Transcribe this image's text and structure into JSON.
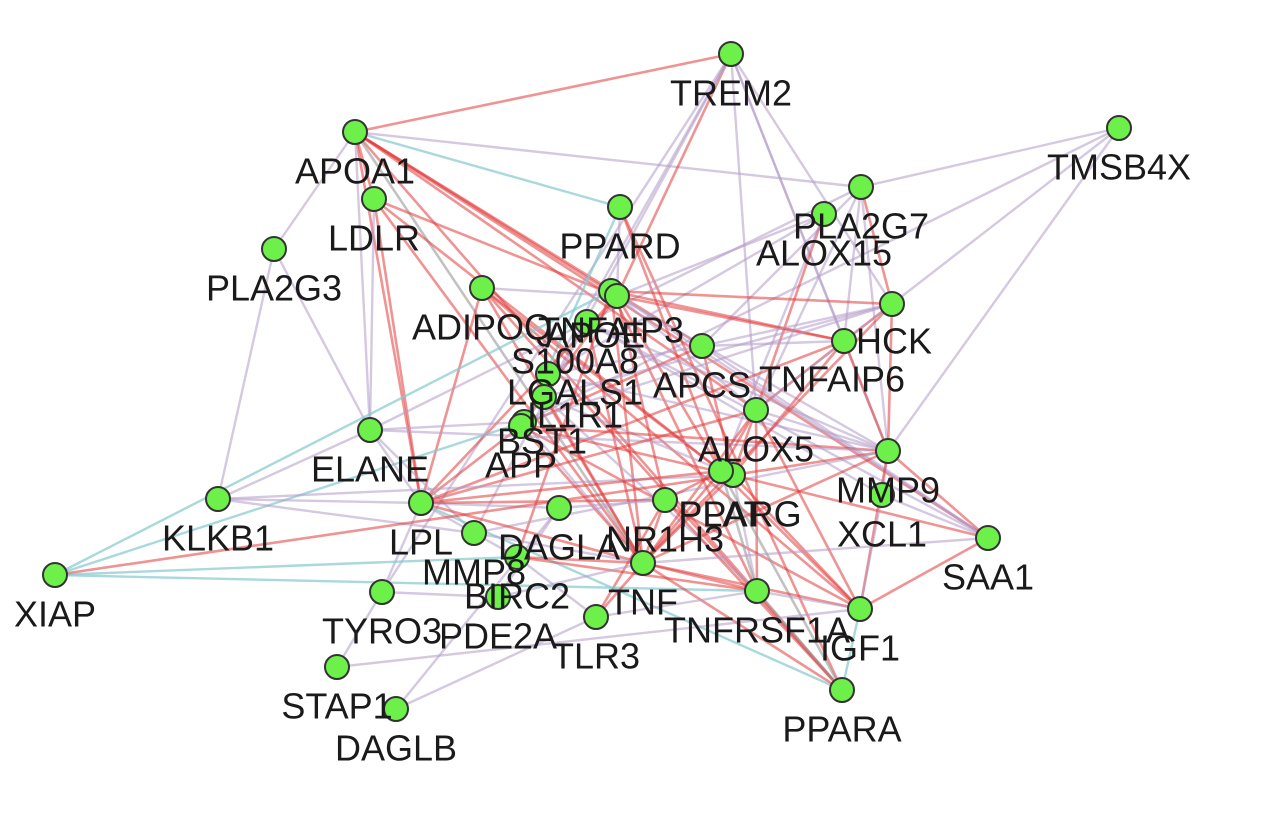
{
  "colors": {
    "node_fill": "#6ef04a",
    "edge_coexpression": "#b39ac8",
    "edge_physical": "#e23b3b",
    "edge_pathway": "#84c9cf",
    "edge_similarity": "#9a9a9a"
  },
  "nodes": [
    {
      "id": "TREM2",
      "label": "TREM2"
    },
    {
      "id": "TMSB4X",
      "label": "TMSB4X"
    },
    {
      "id": "APOA1",
      "label": "APOA1"
    },
    {
      "id": "LDLR",
      "label": "LDLR"
    },
    {
      "id": "PLA2G3",
      "label": "PLA2G3"
    },
    {
      "id": "PPARD",
      "label": "PPARD"
    },
    {
      "id": "PLA2G7",
      "label": "PLA2G7"
    },
    {
      "id": "ALOX15",
      "label": "ALOX15"
    },
    {
      "id": "ADIPOQ",
      "label": "ADIPOQ"
    },
    {
      "id": "TNFAIP3",
      "label": "TNFAIP3"
    },
    {
      "id": "APOE",
      "label": "APOE"
    },
    {
      "id": "S100A8",
      "label": "S100A8"
    },
    {
      "id": "HCK",
      "label": "HCK"
    },
    {
      "id": "LGALS1",
      "label": "LGALS1"
    },
    {
      "id": "APCS",
      "label": "APCS"
    },
    {
      "id": "TNFAIP6",
      "label": "TNFAIP6"
    },
    {
      "id": "IL1R1",
      "label": "IL1R1"
    },
    {
      "id": "BST1",
      "label": "BST1"
    },
    {
      "id": "APP",
      "label": "APP"
    },
    {
      "id": "ELANE",
      "label": "ELANE"
    },
    {
      "id": "ALOX5",
      "label": "ALOX5"
    },
    {
      "id": "MMP9",
      "label": "MMP9"
    },
    {
      "id": "KLKB1",
      "label": "KLKB1"
    },
    {
      "id": "LPL",
      "label": "LPL"
    },
    {
      "id": "PLAT",
      "label": "PLAT"
    },
    {
      "id": "PPARG",
      "label": "PPARG"
    },
    {
      "id": "XCL1",
      "label": "XCL1"
    },
    {
      "id": "DAGLA",
      "label": "DAGLA"
    },
    {
      "id": "NR1H3",
      "label": "NR1H3"
    },
    {
      "id": "SAA1",
      "label": "SAA1"
    },
    {
      "id": "MMP8",
      "label": "MMP8"
    },
    {
      "id": "XIAP",
      "label": "XIAP"
    },
    {
      "id": "BIRC2",
      "label": "BIRC2"
    },
    {
      "id": "TNF",
      "label": "TNF"
    },
    {
      "id": "TYRO3",
      "label": "TYRO3"
    },
    {
      "id": "PDE2A",
      "label": "PDE2A"
    },
    {
      "id": "TNFRSF1A",
      "label": "TNFRSF1A"
    },
    {
      "id": "IGF1",
      "label": "IGF1"
    },
    {
      "id": "TLR3",
      "label": "TLR3"
    },
    {
      "id": "STAP1",
      "label": "STAP1"
    },
    {
      "id": "DAGLB",
      "label": "DAGLB"
    },
    {
      "id": "PPARA",
      "label": "PPARA"
    }
  ],
  "edges": [
    [
      "APOA1",
      "TREM2",
      "physical"
    ],
    [
      "APOA1",
      "LDLR",
      "physical"
    ],
    [
      "APOA1",
      "APOE",
      "physical"
    ],
    [
      "APOA1",
      "LPL",
      "physical"
    ],
    [
      "APOA1",
      "PPARD",
      "pathway"
    ],
    [
      "APOA1",
      "ALOX5",
      "physical"
    ],
    [
      "APOA1",
      "PLA2G7",
      "coexpression"
    ],
    [
      "APOA1",
      "ELANE",
      "coexpression"
    ],
    [
      "APOA1",
      "PLA2G3",
      "coexpression"
    ],
    [
      "APOA1",
      "PPARA",
      "physical"
    ],
    [
      "APOA1",
      "SAA1",
      "physical"
    ],
    [
      "APOA1",
      "APCS",
      "physical"
    ],
    [
      "APOA1",
      "TNF",
      "similarity"
    ],
    [
      "LDLR",
      "APOE",
      "physical"
    ],
    [
      "LDLR",
      "LPL",
      "physical"
    ],
    [
      "LDLR",
      "TNF",
      "physical"
    ],
    [
      "LDLR",
      "PPARG",
      "physical"
    ],
    [
      "LDLR",
      "ELANE",
      "coexpression"
    ],
    [
      "TREM2",
      "APOE",
      "physical"
    ],
    [
      "TREM2",
      "HCK",
      "coexpression"
    ],
    [
      "TREM2",
      "TNFAIP6",
      "coexpression"
    ],
    [
      "TREM2",
      "ALOX5",
      "coexpression"
    ],
    [
      "TREM2",
      "TYRO3",
      "coexpression"
    ],
    [
      "TREM2",
      "APP",
      "coexpression"
    ],
    [
      "TREM2",
      "MMP9",
      "coexpression"
    ],
    [
      "TREM2",
      "IL1R1",
      "coexpression"
    ],
    [
      "TMSB4X",
      "PLA2G7",
      "coexpression"
    ],
    [
      "TMSB4X",
      "TNFAIP6",
      "coexpression"
    ],
    [
      "TMSB4X",
      "MMP9",
      "coexpression"
    ],
    [
      "TMSB4X",
      "BST1",
      "coexpression"
    ],
    [
      "PLA2G3",
      "ELANE",
      "coexpression"
    ],
    [
      "PLA2G3",
      "KLKB1",
      "coexpression"
    ],
    [
      "PPARD",
      "PPARG",
      "physical"
    ],
    [
      "PPARD",
      "PPARA",
      "physical"
    ],
    [
      "PPARD",
      "APOE",
      "coexpression"
    ],
    [
      "PPARD",
      "BST1",
      "pathway"
    ],
    [
      "PLA2G7",
      "TNFAIP6",
      "physical"
    ],
    [
      "PLA2G7",
      "ALOX5",
      "coexpression"
    ],
    [
      "PLA2G7",
      "APCS",
      "coexpression"
    ],
    [
      "PLA2G7",
      "HCK",
      "coexpression"
    ],
    [
      "PLA2G7",
      "S100A8",
      "coexpression"
    ],
    [
      "PLA2G7",
      "MMP9",
      "coexpression"
    ],
    [
      "ALOX15",
      "ALOX5",
      "physical"
    ],
    [
      "ALOX15",
      "PPARG",
      "coexpression"
    ],
    [
      "ALOX15",
      "APOE",
      "coexpression"
    ],
    [
      "ALOX15",
      "LGALS1",
      "coexpression"
    ],
    [
      "ADIPOQ",
      "PPARG",
      "physical"
    ],
    [
      "ADIPOQ",
      "TNF",
      "physical"
    ],
    [
      "ADIPOQ",
      "LPL",
      "physical"
    ],
    [
      "ADIPOQ",
      "APOE",
      "coexpression"
    ],
    [
      "ADIPOQ",
      "PPARA",
      "physical"
    ],
    [
      "ADIPOQ",
      "IGF1",
      "physical"
    ],
    [
      "TNFAIP3",
      "TNF",
      "physical"
    ],
    [
      "TNFAIP3",
      "TNFRSF1A",
      "physical"
    ],
    [
      "TNFAIP3",
      "BIRC2",
      "physical"
    ],
    [
      "TNFAIP3",
      "XIAP",
      "pathway"
    ],
    [
      "TNFAIP3",
      "HCK",
      "physical"
    ],
    [
      "TNFAIP3",
      "TNFAIP6",
      "physical"
    ],
    [
      "TNFAIP3",
      "SAA1",
      "coexpression"
    ],
    [
      "APOE",
      "LPL",
      "physical"
    ],
    [
      "APOE",
      "APP",
      "physical"
    ],
    [
      "APOE",
      "PPARG",
      "physical"
    ],
    [
      "APOE",
      "NR1H3",
      "physical"
    ],
    [
      "APOE",
      "HCK",
      "physical"
    ],
    [
      "APOE",
      "MMP9",
      "coexpression"
    ],
    [
      "APOE",
      "ALOX5",
      "coexpression"
    ],
    [
      "S100A8",
      "ELANE",
      "coexpression"
    ],
    [
      "S100A8",
      "MMP8",
      "coexpression"
    ],
    [
      "S100A8",
      "MMP9",
      "coexpression"
    ],
    [
      "S100A8",
      "TNF",
      "physical"
    ],
    [
      "S100A8",
      "XCL1",
      "coexpression"
    ],
    [
      "S100A8",
      "SAA1",
      "coexpression"
    ],
    [
      "HCK",
      "TNFAIP6",
      "physical"
    ],
    [
      "HCK",
      "MMP9",
      "physical"
    ],
    [
      "HCK",
      "ALOX5",
      "physical"
    ],
    [
      "HCK",
      "PLAT",
      "physical"
    ],
    [
      "HCK",
      "APCS",
      "coexpression"
    ],
    [
      "HCK",
      "LPL",
      "physical"
    ],
    [
      "LGALS1",
      "IL1R1",
      "coexpression"
    ],
    [
      "LGALS1",
      "APP",
      "coexpression"
    ],
    [
      "LGALS1",
      "APCS",
      "coexpression"
    ],
    [
      "LGALS1",
      "MMP9",
      "coexpression"
    ],
    [
      "APCS",
      "SAA1",
      "coexpression"
    ],
    [
      "APCS",
      "APP",
      "physical"
    ],
    [
      "APCS",
      "TNFAIP6",
      "coexpression"
    ],
    [
      "APCS",
      "PLAT",
      "physical"
    ],
    [
      "TNFAIP6",
      "MMP9",
      "physical"
    ],
    [
      "TNFAIP6",
      "TNF",
      "physical"
    ],
    [
      "TNFAIP6",
      "ALOX5",
      "coexpression"
    ],
    [
      "TNFAIP6",
      "IL1R1",
      "coexpression"
    ],
    [
      "IL1R1",
      "TNF",
      "physical"
    ],
    [
      "IL1R1",
      "TNFRSF1A",
      "coexpression"
    ],
    [
      "IL1R1",
      "APP",
      "coexpression"
    ],
    [
      "IL1R1",
      "PLAT",
      "coexpression"
    ],
    [
      "BST1",
      "APP",
      "coexpression"
    ],
    [
      "BST1",
      "TNF",
      "coexpression"
    ],
    [
      "BST1",
      "TNFAIP6",
      "coexpression"
    ],
    [
      "BST1",
      "XIAP",
      "pathway"
    ],
    [
      "BST1",
      "ELANE",
      "coexpression"
    ],
    [
      "APP",
      "PLAT",
      "physical"
    ],
    [
      "APP",
      "LPL",
      "physical"
    ],
    [
      "APP",
      "IGF1",
      "physical"
    ],
    [
      "APP",
      "MMP9",
      "physical"
    ],
    [
      "APP",
      "TNF",
      "physical"
    ],
    [
      "ELANE",
      "MMP9",
      "coexpression"
    ],
    [
      "ELANE",
      "KLKB1",
      "coexpression"
    ],
    [
      "ELANE",
      "MMP8",
      "coexpression"
    ],
    [
      "ELANE",
      "LPL",
      "coexpression"
    ],
    [
      "ALOX5",
      "PPARG",
      "physical"
    ],
    [
      "ALOX5",
      "MMP9",
      "coexpression"
    ],
    [
      "ALOX5",
      "TNF",
      "physical"
    ],
    [
      "ALOX5",
      "LPL",
      "physical"
    ],
    [
      "ALOX5",
      "PLAT",
      "physical"
    ],
    [
      "ALOX5",
      "TNFRSF1A",
      "physical"
    ],
    [
      "ALOX5",
      "IGF1",
      "physical"
    ],
    [
      "MMP9",
      "SAA1",
      "physical"
    ],
    [
      "MMP9",
      "PLAT",
      "physical"
    ],
    [
      "MMP9",
      "XCL1",
      "coexpression"
    ],
    [
      "MMP9",
      "IGF1",
      "physical"
    ],
    [
      "MMP9",
      "MMP8",
      "coexpression"
    ],
    [
      "MMP9",
      "TNF",
      "physical"
    ],
    [
      "KLKB1",
      "LPL",
      "coexpression"
    ],
    [
      "KLKB1",
      "PLAT",
      "coexpression"
    ],
    [
      "KLKB1",
      "MMP8",
      "coexpression"
    ],
    [
      "LPL",
      "PPARG",
      "physical"
    ],
    [
      "LPL",
      "TNF",
      "physical"
    ],
    [
      "LPL",
      "DAGLA",
      "coexpression"
    ],
    [
      "LPL",
      "MMP8",
      "coexpression"
    ],
    [
      "LPL",
      "NR1H3",
      "physical"
    ],
    [
      "LPL",
      "PPARA",
      "pathway"
    ],
    [
      "LPL",
      "TYRO3",
      "coexpression"
    ],
    [
      "PLAT",
      "TNF",
      "physical"
    ],
    [
      "PLAT",
      "TNFRSF1A",
      "coexpression"
    ],
    [
      "PLAT",
      "IGF1",
      "physical"
    ],
    [
      "PLAT",
      "SAA1",
      "physical"
    ],
    [
      "PPARG",
      "NR1H3",
      "physical"
    ],
    [
      "PPARG",
      "PPARA",
      "similarity"
    ],
    [
      "PPARG",
      "TNF",
      "physical"
    ],
    [
      "PPARG",
      "IGF1",
      "physical"
    ],
    [
      "PPARG",
      "TNFRSF1A",
      "similarity"
    ],
    [
      "XCL1",
      "IGF1",
      "coexpression"
    ],
    [
      "XCL1",
      "SAA1",
      "coexpression"
    ],
    [
      "DAGLA",
      "DAGLB",
      "coexpression"
    ],
    [
      "DAGLA",
      "NR1H3",
      "coexpression"
    ],
    [
      "DAGLA",
      "PDE2A",
      "coexpression"
    ],
    [
      "NR1H3",
      "TNF",
      "physical"
    ],
    [
      "NR1H3",
      "PPARA",
      "physical"
    ],
    [
      "NR1H3",
      "TLR3",
      "physical"
    ],
    [
      "SAA1",
      "IGF1",
      "physical"
    ],
    [
      "SAA1",
      "TNF",
      "coexpression"
    ],
    [
      "MMP8",
      "TNF",
      "coexpression"
    ],
    [
      "MMP8",
      "BIRC2",
      "coexpression"
    ],
    [
      "XIAP",
      "BIRC2",
      "pathway"
    ],
    [
      "XIAP",
      "TNFRSF1A",
      "pathway"
    ],
    [
      "XIAP",
      "PLAT",
      "physical"
    ],
    [
      "BIRC2",
      "TNF",
      "physical"
    ],
    [
      "BIRC2",
      "TNFRSF1A",
      "physical"
    ],
    [
      "BIRC2",
      "TLR3",
      "coexpression"
    ],
    [
      "TNF",
      "TNFRSF1A",
      "physical"
    ],
    [
      "TNF",
      "IGF1",
      "physical"
    ],
    [
      "TNF",
      "TLR3",
      "physical"
    ],
    [
      "TNF",
      "PPARA",
      "physical"
    ],
    [
      "TYRO3",
      "STAP1",
      "coexpression"
    ],
    [
      "TYRO3",
      "PDE2A",
      "coexpression"
    ],
    [
      "PDE2A",
      "TNF",
      "coexpression"
    ],
    [
      "TNFRSF1A",
      "IGF1",
      "coexpression"
    ],
    [
      "TNFRSF1A",
      "PPARA",
      "similarity"
    ],
    [
      "TNFRSF1A",
      "TLR3",
      "coexpression"
    ],
    [
      "IGF1",
      "PPARA",
      "pathway"
    ],
    [
      "IGF1",
      "STAP1",
      "coexpression"
    ],
    [
      "TLR3",
      "DAGLB",
      "coexpression"
    ]
  ]
}
